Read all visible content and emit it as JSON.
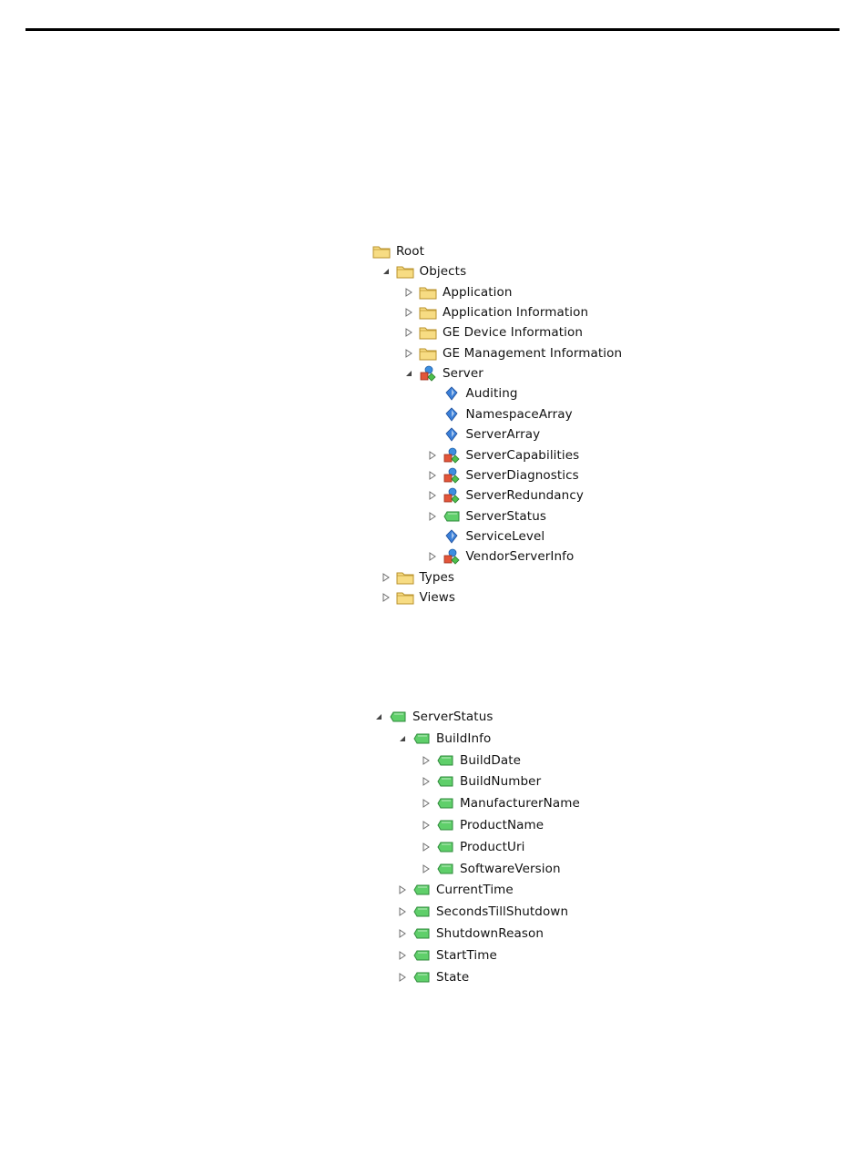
{
  "colors": {
    "folder_fill": "#f7dc83",
    "folder_stroke": "#b8922b",
    "prop_blue": "#3a7fd8",
    "var_green": "#5fcf6a",
    "var_stroke": "#2e8a3a",
    "obj_red": "#e2553a",
    "obj_blue": "#3c8ee0",
    "obj_green": "#4cc04c",
    "arrow": "#6d6d6d"
  },
  "tree1": [
    {
      "label": "Root",
      "icon": "folder-icon",
      "expander": "none",
      "depth": 0
    },
    {
      "label": "Objects",
      "icon": "folder-icon",
      "expander": "expanded",
      "depth": 1
    },
    {
      "label": "Application",
      "icon": "folder-icon",
      "expander": "collapsed",
      "depth": 2
    },
    {
      "label": "Application Information",
      "icon": "folder-icon",
      "expander": "collapsed",
      "depth": 2
    },
    {
      "label": "GE Device Information",
      "icon": "folder-icon",
      "expander": "collapsed",
      "depth": 2
    },
    {
      "label": "GE Management Information",
      "icon": "folder-icon",
      "expander": "collapsed",
      "depth": 2
    },
    {
      "label": "Server",
      "icon": "object-icon",
      "expander": "expanded",
      "depth": 2
    },
    {
      "label": "Auditing",
      "icon": "property-icon",
      "expander": "leaf",
      "depth": 3
    },
    {
      "label": "NamespaceArray",
      "icon": "property-icon",
      "expander": "leaf",
      "depth": 3
    },
    {
      "label": "ServerArray",
      "icon": "property-icon",
      "expander": "leaf",
      "depth": 3
    },
    {
      "label": "ServerCapabilities",
      "icon": "object-icon",
      "expander": "collapsed",
      "depth": 3
    },
    {
      "label": "ServerDiagnostics",
      "icon": "object-icon",
      "expander": "collapsed",
      "depth": 3
    },
    {
      "label": "ServerRedundancy",
      "icon": "object-icon",
      "expander": "collapsed",
      "depth": 3
    },
    {
      "label": "ServerStatus",
      "icon": "variable-icon",
      "expander": "collapsed",
      "depth": 3
    },
    {
      "label": "ServiceLevel",
      "icon": "property-icon",
      "expander": "leaf",
      "depth": 3
    },
    {
      "label": "VendorServerInfo",
      "icon": "object-icon",
      "expander": "collapsed",
      "depth": 3
    },
    {
      "label": "Types",
      "icon": "folder-icon",
      "expander": "collapsed",
      "depth": 1
    },
    {
      "label": "Views",
      "icon": "folder-icon",
      "expander": "collapsed",
      "depth": 1
    }
  ],
  "tree2": [
    {
      "label": "ServerStatus",
      "icon": "variable-icon",
      "expander": "expanded",
      "depth": 0
    },
    {
      "label": "BuildInfo",
      "icon": "variable-icon",
      "expander": "expanded",
      "depth": 1
    },
    {
      "label": "BuildDate",
      "icon": "variable-icon",
      "expander": "collapsed",
      "depth": 2
    },
    {
      "label": "BuildNumber",
      "icon": "variable-icon",
      "expander": "collapsed",
      "depth": 2
    },
    {
      "label": "ManufacturerName",
      "icon": "variable-icon",
      "expander": "collapsed",
      "depth": 2
    },
    {
      "label": "ProductName",
      "icon": "variable-icon",
      "expander": "collapsed",
      "depth": 2
    },
    {
      "label": "ProductUri",
      "icon": "variable-icon",
      "expander": "collapsed",
      "depth": 2
    },
    {
      "label": "SoftwareVersion",
      "icon": "variable-icon",
      "expander": "collapsed",
      "depth": 2
    },
    {
      "label": "CurrentTime",
      "icon": "variable-icon",
      "expander": "collapsed",
      "depth": 1
    },
    {
      "label": "SecondsTillShutdown",
      "icon": "variable-icon",
      "expander": "collapsed",
      "depth": 1
    },
    {
      "label": "ShutdownReason",
      "icon": "variable-icon",
      "expander": "collapsed",
      "depth": 1
    },
    {
      "label": "StartTime",
      "icon": "variable-icon",
      "expander": "collapsed",
      "depth": 1
    },
    {
      "label": "State",
      "icon": "variable-icon",
      "expander": "collapsed",
      "depth": 1
    }
  ]
}
